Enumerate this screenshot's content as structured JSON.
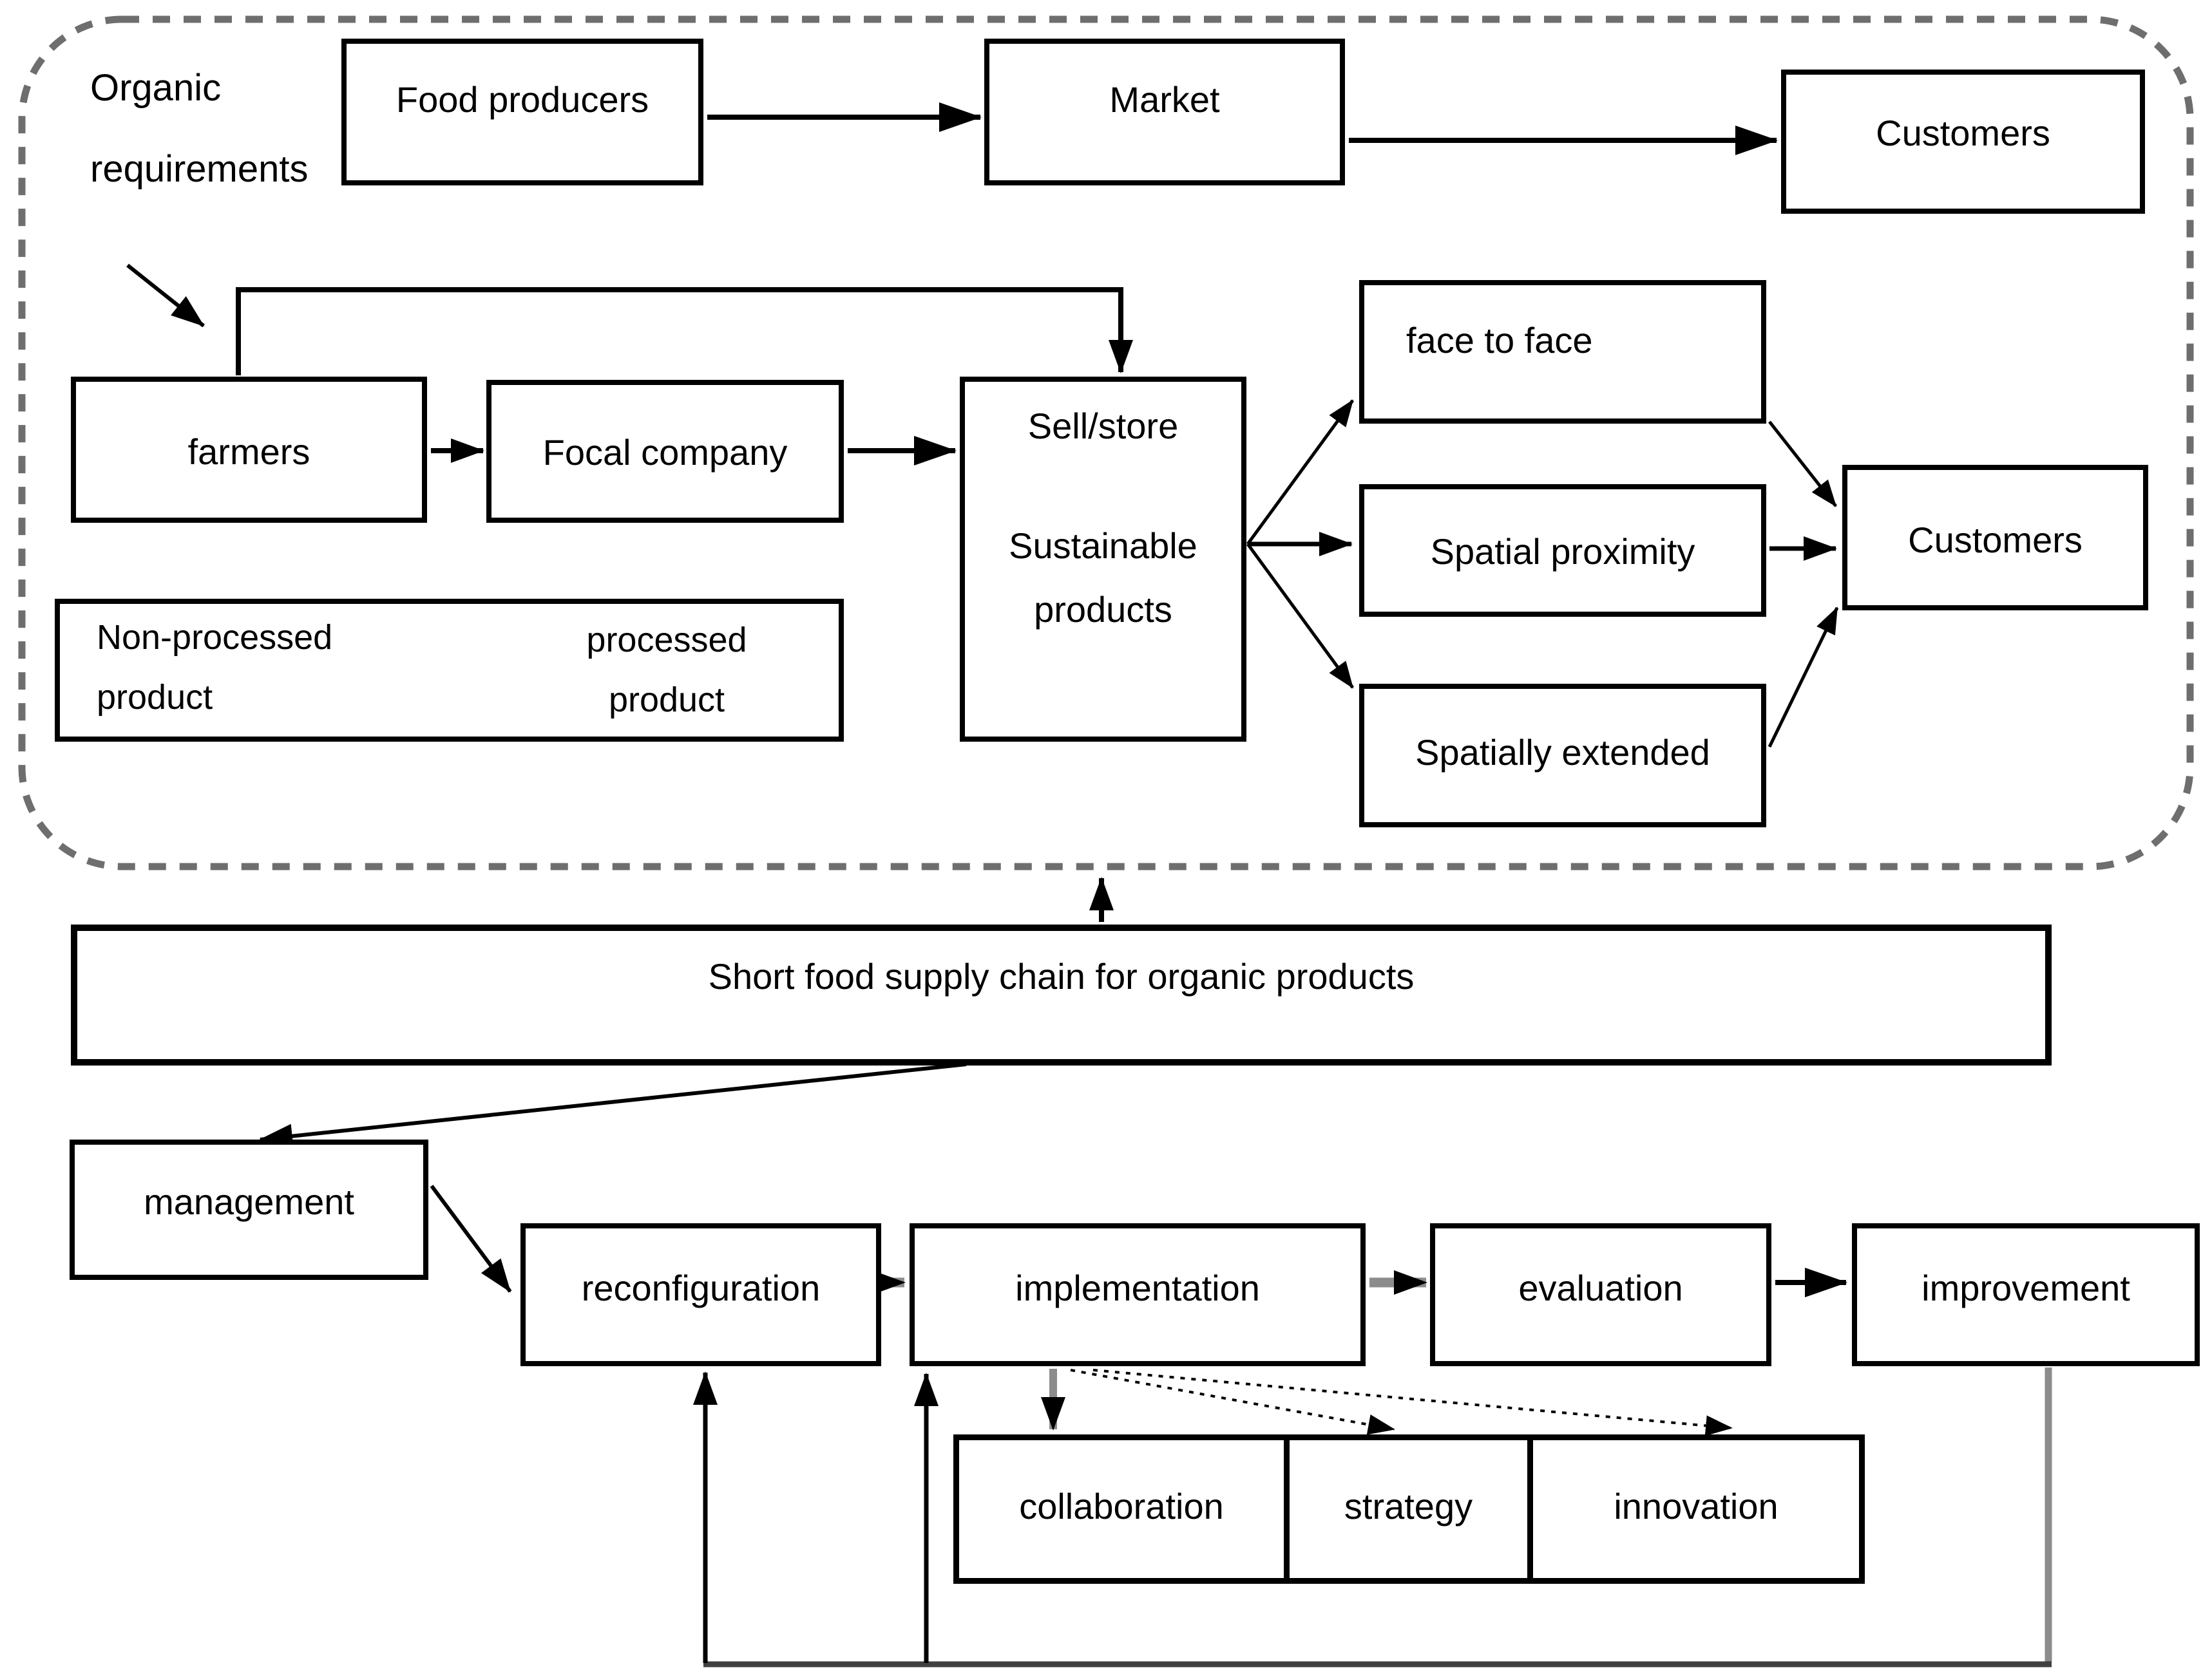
{
  "colors": {
    "ink": "#000000",
    "muted_line": "#8c8c8c",
    "dashed_border": "#6e6e6e",
    "bg": "#ffffff"
  },
  "annotation": {
    "line1": "Organic",
    "line2": "requirements"
  },
  "nodes": {
    "food_producers": "Food producers",
    "market": "Market",
    "customers_top": "Customers",
    "farmers": "farmers",
    "focal_company": "Focal company",
    "sell_store": {
      "line1": "Sell/store",
      "line2": "Sustainable",
      "line3": "products"
    },
    "face_to_face": "face to face",
    "spatial_proximity": "Spatial proximity",
    "spatially_extended": "Spatially extended",
    "customers_right": "Customers",
    "supply_chain_bar": "Short food supply chain for organic products",
    "management": "management",
    "reconfiguration": "reconfiguration",
    "implementation": "implementation",
    "evaluation": "evaluation",
    "improvement": "improvement",
    "collaboration": "collaboration",
    "strategy": "strategy",
    "innovation": "innovation"
  },
  "legend": {
    "left_line1": "Non-processed",
    "left_line2": "product",
    "right_line1": "processed",
    "right_line2": "product"
  }
}
